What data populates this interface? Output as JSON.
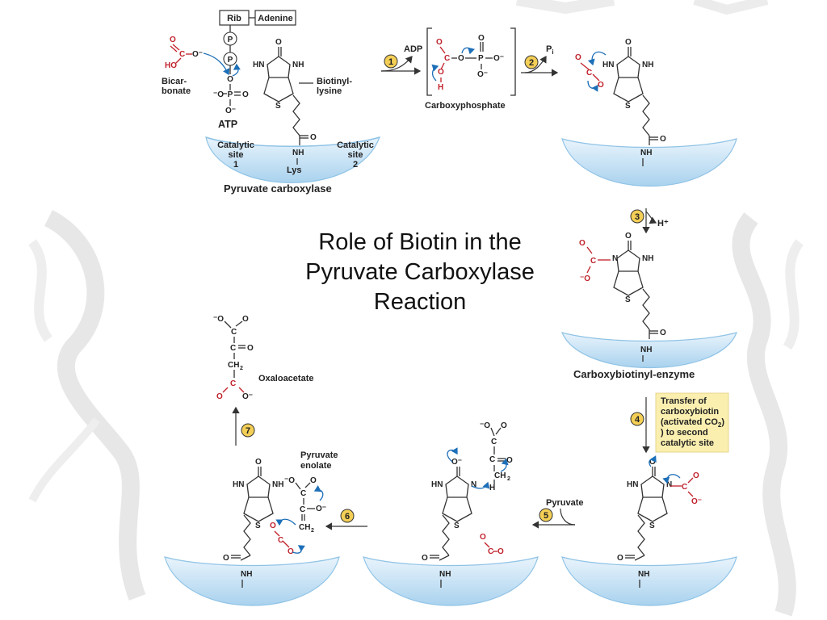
{
  "title": {
    "line1": "Role of Biotin in the",
    "line2": "Pyruvate Carboxylase",
    "line3": "Reaction"
  },
  "labels": {
    "rib": "Rib",
    "adenine": "Adenine",
    "phosphate": "P",
    "bicarbonate_1": "Bicar-",
    "bicarbonate_2": "bonate",
    "atp": "ATP",
    "biotinyl_1": "Biotinyl-",
    "biotinyl_2": "lysine",
    "catalytic_site_1": [
      "Catalytic",
      "site",
      "1"
    ],
    "catalytic_site_2": [
      "Catalytic",
      "site",
      "2"
    ],
    "lys": "Lys",
    "enzyme": "Pyruvate carboxylase",
    "adp": "ADP",
    "carboxyphosphate": "Carboxyphosphate",
    "pi": "P",
    "pi_sub": "i",
    "h_plus": "H⁺",
    "carboxybiotinyl_enzyme": "Carboxybiotinyl-enzyme",
    "transfer_note": [
      "Transfer of",
      "carboxybiotin",
      "(activated CO",
      ") to second",
      "catalytic site"
    ],
    "pyruvate": "Pyruvate",
    "pyruvate_enolate_1": "Pyruvate",
    "pyruvate_enolate_2": "enolate",
    "oxaloacetate": "Oxaloacetate"
  },
  "steps": [
    "1",
    "2",
    "3",
    "4",
    "5",
    "6",
    "7"
  ],
  "colors": {
    "enzyme_fill": "#cfe6f6",
    "enzyme_edge": "#8fc3e6",
    "carbon_red": "#c0202a",
    "electron_arrow": "#1d6fb8",
    "step_badge": "#f4cf56",
    "note_box": "#fbefb0"
  }
}
